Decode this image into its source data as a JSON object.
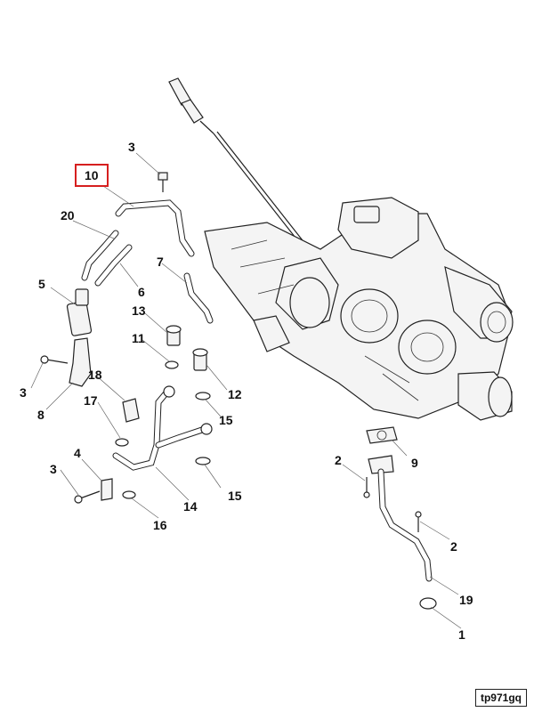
{
  "callouts": {
    "c1": "1",
    "c2a": "2",
    "c2b": "2",
    "c3a": "3",
    "c3b": "3",
    "c3c": "3",
    "c4": "4",
    "c5": "5",
    "c6": "6",
    "c7": "7",
    "c8": "8",
    "c9": "9",
    "c10": "10",
    "c11": "11",
    "c12": "12",
    "c13": "13",
    "c14": "14",
    "c15a": "15",
    "c15b": "15",
    "c16": "16",
    "c17": "17",
    "c18": "18",
    "c19": "19",
    "c20": "20"
  },
  "reference_code": "tp971gq",
  "colors": {
    "highlight": "#d61f1f",
    "line": "#222222"
  }
}
